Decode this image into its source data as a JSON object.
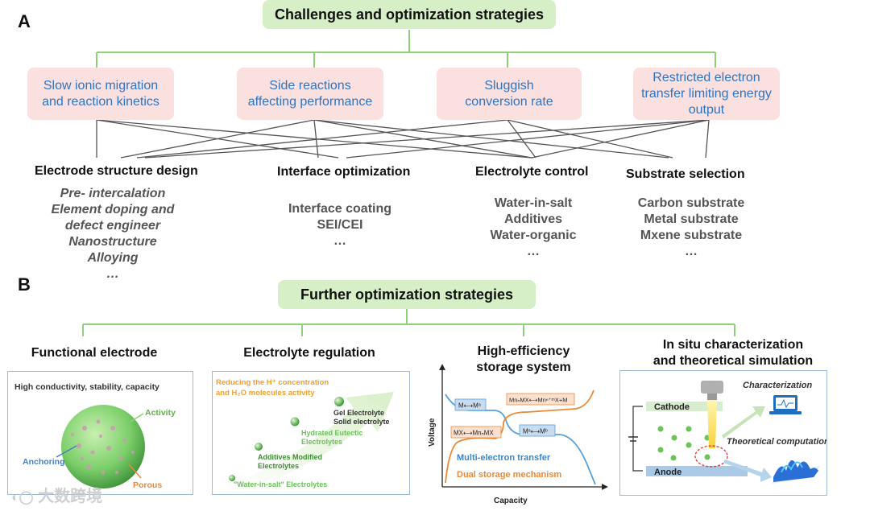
{
  "section_a": {
    "label": "A",
    "header": "Challenges and optimization strategies",
    "challenges": [
      {
        "line1": "Slow ionic migration",
        "line2": "and reaction kinetics"
      },
      {
        "line1": "Side reactions",
        "line2": "affecting performance"
      },
      {
        "line1": "Sluggish",
        "line2": "conversion rate"
      },
      {
        "line1": "Restricted electron",
        "line2": "transfer limiting energy",
        "line3": "output"
      }
    ],
    "strategies": [
      {
        "title": "Electrode structure design",
        "items": [
          "Pre- intercalation",
          "Element doping and",
          "defect engineer",
          "Nanostructure",
          "Alloying",
          "…"
        ]
      },
      {
        "title": "Interface optimization",
        "items": [
          "Interface coating",
          "SEI/CEI",
          "…"
        ]
      },
      {
        "title": "Electrolyte control",
        "items": [
          "Water-in-salt",
          "Additives",
          "Water-organic",
          "…"
        ]
      },
      {
        "title": "Substrate selection",
        "items": [
          "Carbon substrate",
          "Metal substrate",
          "Mxene substrate",
          "…"
        ]
      }
    ]
  },
  "section_b": {
    "label": "B",
    "header": "Further optimization strategies",
    "functional_electrode": {
      "title": "Functional electrode",
      "caption": "High conductivity, stability, capacity",
      "activity": "Activity",
      "anchoring": "Anchoring",
      "porous": "Porous"
    },
    "electrolyte_regulation": {
      "title": "Electrolyte regulation",
      "note_line1": "Reducing the H⁺ concentration",
      "note_line2": "and H₂O molecules activity",
      "gel_line1": "Gel Electrolyte",
      "gel_line2": "Solid electrolyte",
      "eutectic_line1": "Hydrated Eutectic",
      "eutectic_line2": "Electrolytes",
      "additives_line1": "Additives Modified",
      "additives_line2": "Electrolytes",
      "wis": "\"Water-in-salt\" Electrolytes"
    },
    "storage_system": {
      "title_line1": "High-efficiency",
      "title_line2": "storage system",
      "ylabel": "Voltage",
      "xlabel": "Capacity",
      "box_m": "M⟷Mᵃ",
      "box_mn": "MnₙMX⟷Mnⁿ⁺ᵐX+M",
      "box_mx": "MX⟷MnₙMX",
      "box_ma": "Mᵃ⟷Mᵇ",
      "multi": "Multi-electron transfer",
      "dual": "Dual storage mechanism"
    },
    "in_situ": {
      "title_line1": "In situ characterization",
      "title_line2": "and theoretical simulation",
      "cathode": "Cathode",
      "anode": "Anode",
      "characterization": "Characterization",
      "theoretical": "Theoretical computation"
    }
  },
  "watermark": "大数跨境",
  "colors": {
    "green_box": "#d6efc7",
    "pink_box": "#fbe0e0",
    "blue_text": "#2e74c0",
    "connector_green": "#8fd07a",
    "orange_curve": "#e88a3a",
    "blue_curve": "#5aa0d8"
  }
}
